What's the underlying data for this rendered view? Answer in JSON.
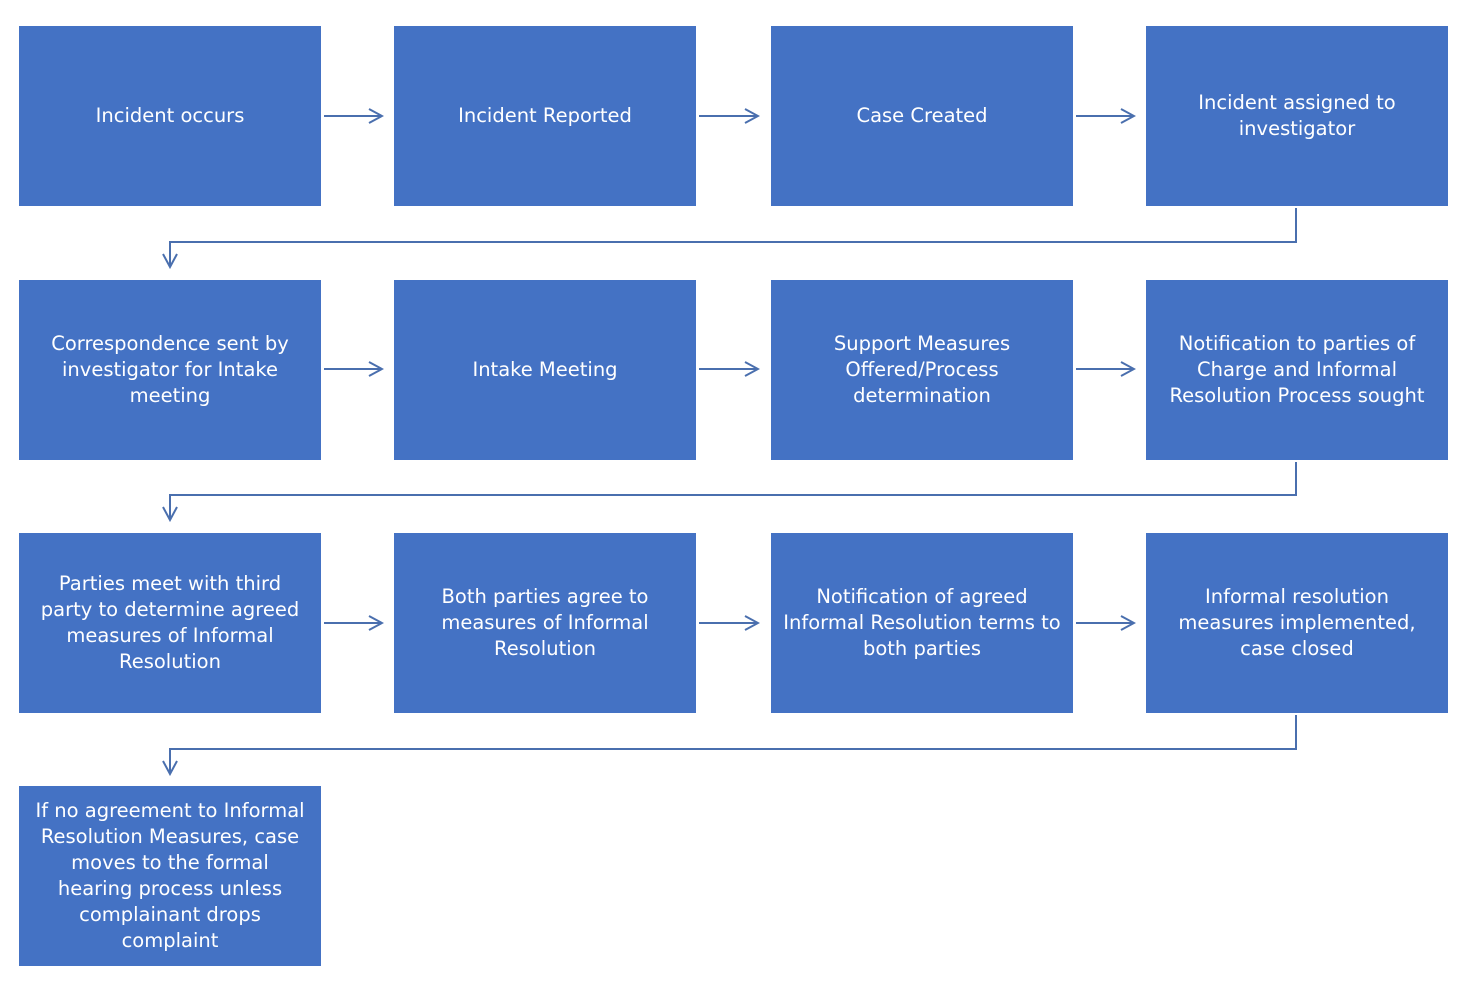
{
  "colors": {
    "box_fill": "#4472c4",
    "box_text": "#ffffff",
    "connector": "#4a6fae"
  },
  "steps": [
    {
      "label": "Incident occurs"
    },
    {
      "label": "Incident Reported"
    },
    {
      "label": "Case Created"
    },
    {
      "label": "Incident assigned to investigator"
    },
    {
      "label": "Correspondence sent by investigator for Intake meeting"
    },
    {
      "label": "Intake Meeting"
    },
    {
      "label": "Support Measures Offered/Process determination"
    },
    {
      "label": "Notification to parties of Charge and Informal Resolution Process sought"
    },
    {
      "label": "Parties meet with third party to determine agreed measures of Informal Resolution"
    },
    {
      "label": "Both parties agree to measures of Informal Resolution"
    },
    {
      "label": "Notification of agreed Informal Resolution terms to both parties"
    },
    {
      "label": "Informal resolution measures implemented, case closed"
    },
    {
      "label": "If no agreement to Informal Resolution Measures, case moves to the formal hearing process unless complainant drops complaint"
    }
  ]
}
